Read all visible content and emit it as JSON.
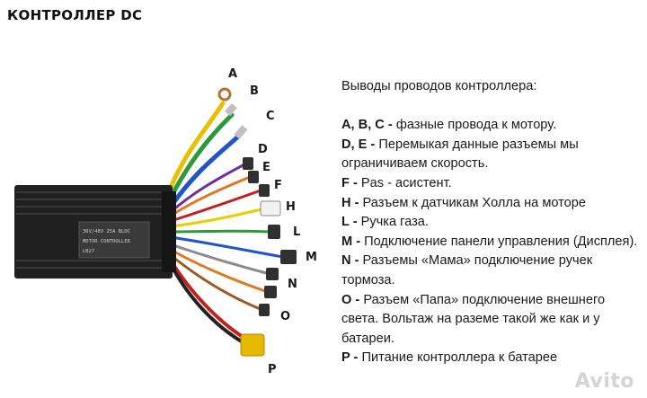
{
  "title": "КОНТРОЛЛЕР DC",
  "device": {
    "sticker_lines": [
      "36V/48V  25A  BLDC",
      "MOTOR CONTROLLER",
      "LB27"
    ]
  },
  "wire_labels": [
    "A",
    "B",
    "C",
    "D",
    "E",
    "F",
    "H",
    "L",
    "M",
    "N",
    "O",
    "P"
  ],
  "legend": {
    "heading": "Выводы проводов контроллера:",
    "rows": [
      {
        "key": "A, B, C -",
        "text": "фазные провода к мотору."
      },
      {
        "key": "D, E -",
        "text": "Перемыкая данные разъемы мы ограничиваем скорость."
      },
      {
        "key": "F -",
        "text": "Pas - асистент."
      },
      {
        "key": "H -",
        "text": "Разъем к датчикам Холла на моторе"
      },
      {
        "key": "L -",
        "text": "Ручка газа."
      },
      {
        "key": "M -",
        "text": "Подключение панели управления (Дисплея)."
      },
      {
        "key": "N -",
        "text": "Разъемы «Мама» подключение ручек тормоза."
      },
      {
        "key": "O -",
        "text": "Разъем «Папа» подключение внешнего света. Вольтаж на раземе такой же как и у батареи."
      },
      {
        "key": "P -",
        "text": "Питание контроллера к батарее"
      }
    ]
  },
  "watermark": "Avito",
  "colors": {
    "housing": "#202020",
    "phase_yellow": "#e8c000",
    "phase_green": "#2d9a3a",
    "phase_blue": "#1f55c8",
    "power_connector": "#e8b800"
  }
}
